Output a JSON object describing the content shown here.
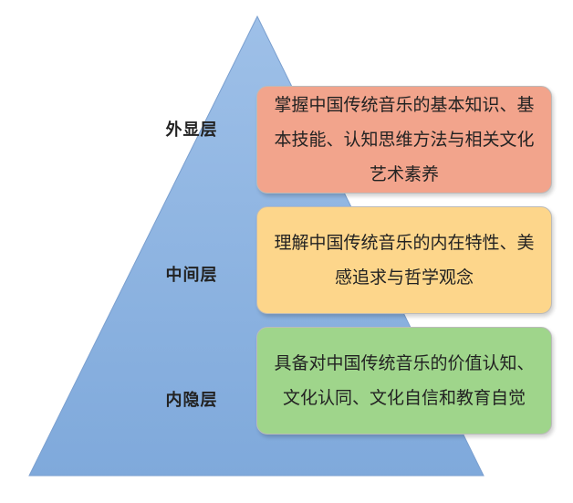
{
  "colors": {
    "pyramid_fill": "#8db4e2",
    "outer_box": "#f2a48c",
    "middle_box": "#fdd68b",
    "inner_box": "#9fd58b"
  },
  "layers": [
    {
      "label": "外显层",
      "text": "掌握中国传统音乐的基本知识、基本技能、认知思维方法与相关文化艺术素养"
    },
    {
      "label": "中间层",
      "text": "理解中国传统音乐的内在特性、美感追求与哲学观念"
    },
    {
      "label": "内隐层",
      "text": "具备对中国传统音乐的价值认知、文化认同、文化自信和教育自觉"
    }
  ]
}
